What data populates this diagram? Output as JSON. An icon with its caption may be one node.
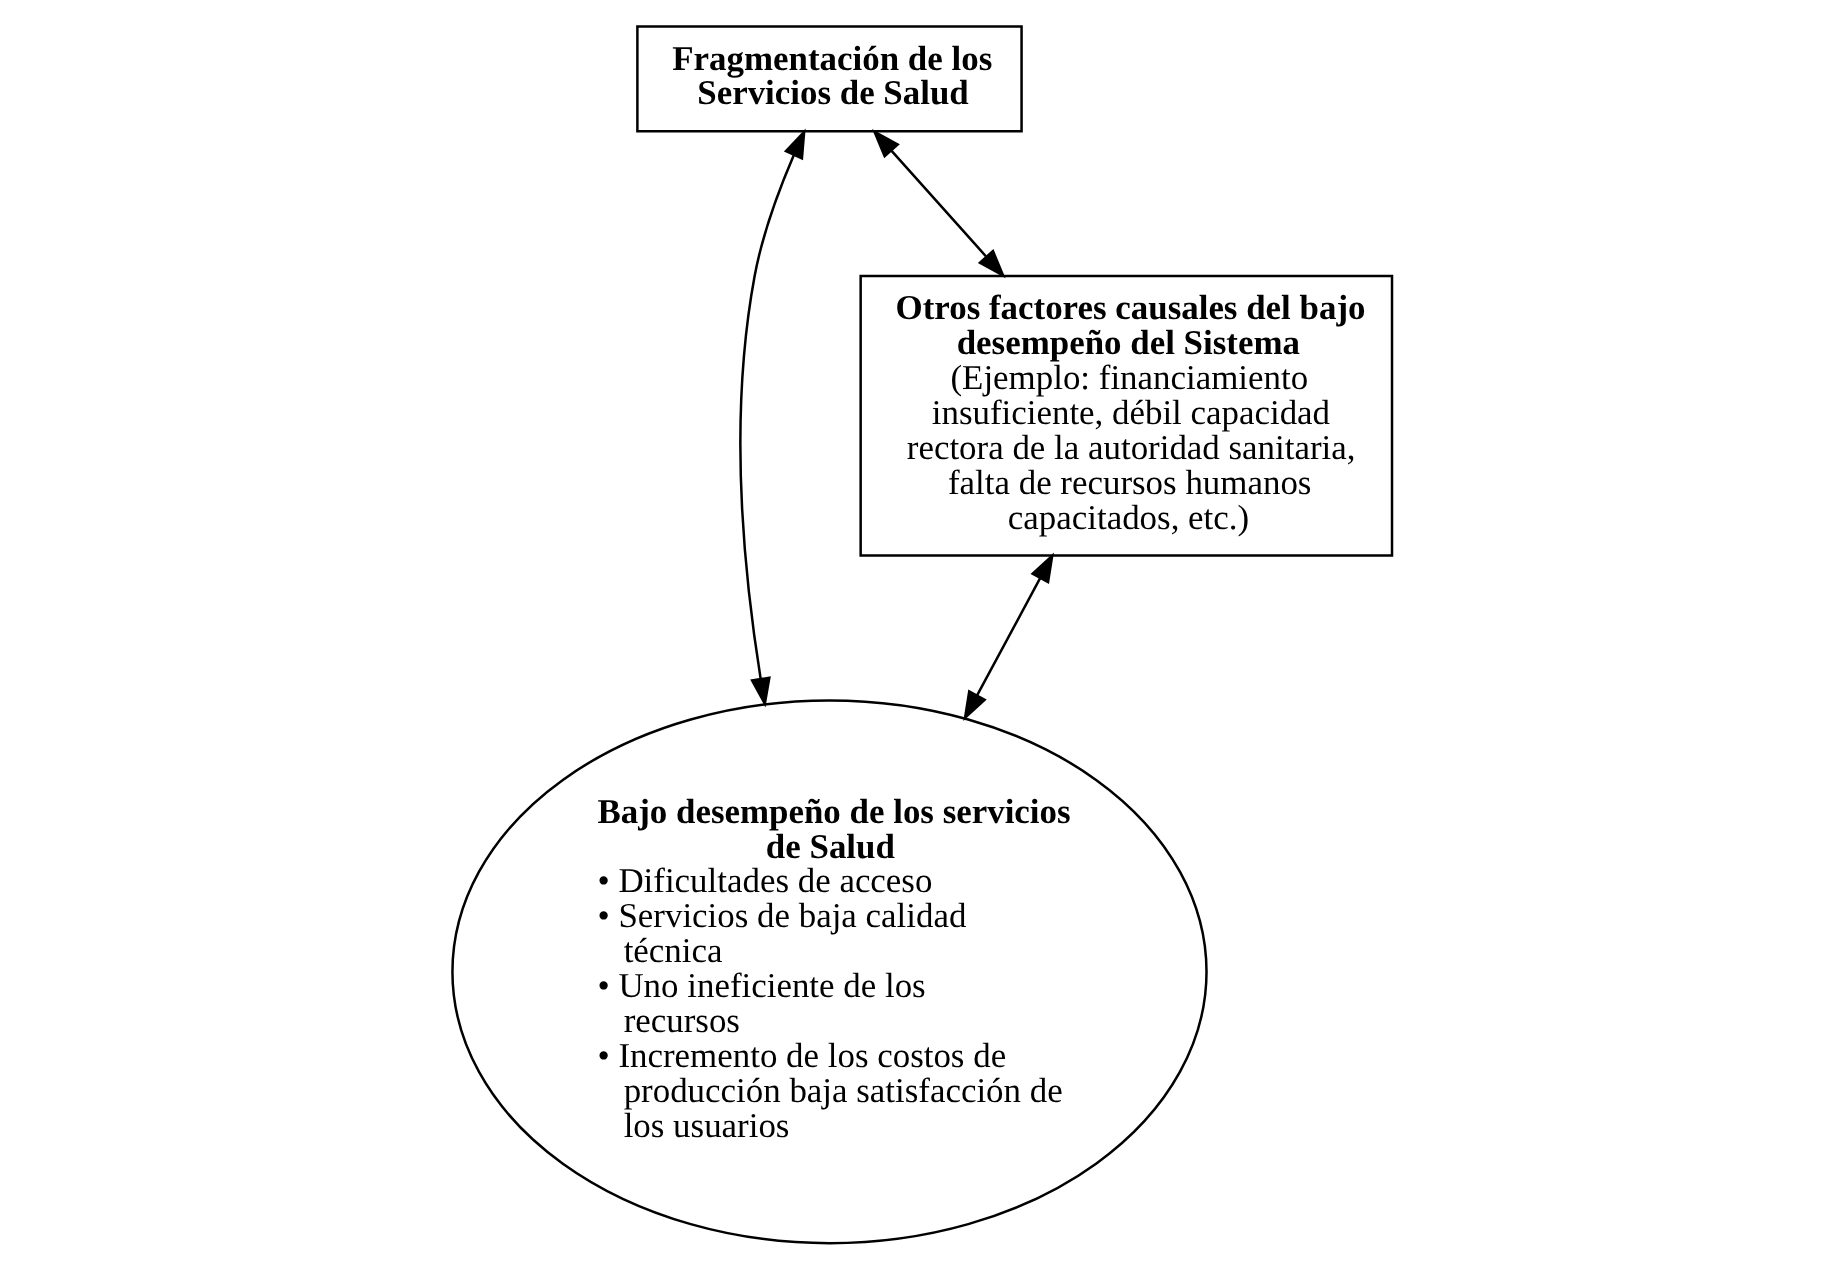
{
  "diagram": {
    "nodes": [
      {
        "text": [
          "Fragmentación de los Servicios de Salud"
        ]
      },
      {
        "text": [
          "Bajo desempeño de los servicios de Salud",
          "• Dificultades de acceso",
          "• Servicios de baja calidad técnica",
          "• Uno ineficiente de los recursos",
          "• Incremento de los costos de producción baja satisfacción de los usuarios"
        ]
      },
      {
        "text": [
          "Otros factores causales del bajo desempeño del Sistema",
          "(Ejemplo: financiamiento insuficiente, débil capacidad rectora de la autoridad sanitaria, falta de recursos humanos capacitados, etc.)"
        ]
      }
    ],
    "edges": [
      {
        "from": 0,
        "to": 1,
        "arrow": "both"
      },
      {
        "from": 0,
        "to": 2,
        "arrow": "both"
      },
      {
        "from": 2,
        "to": 1,
        "arrow": "both"
      }
    ]
  }
}
